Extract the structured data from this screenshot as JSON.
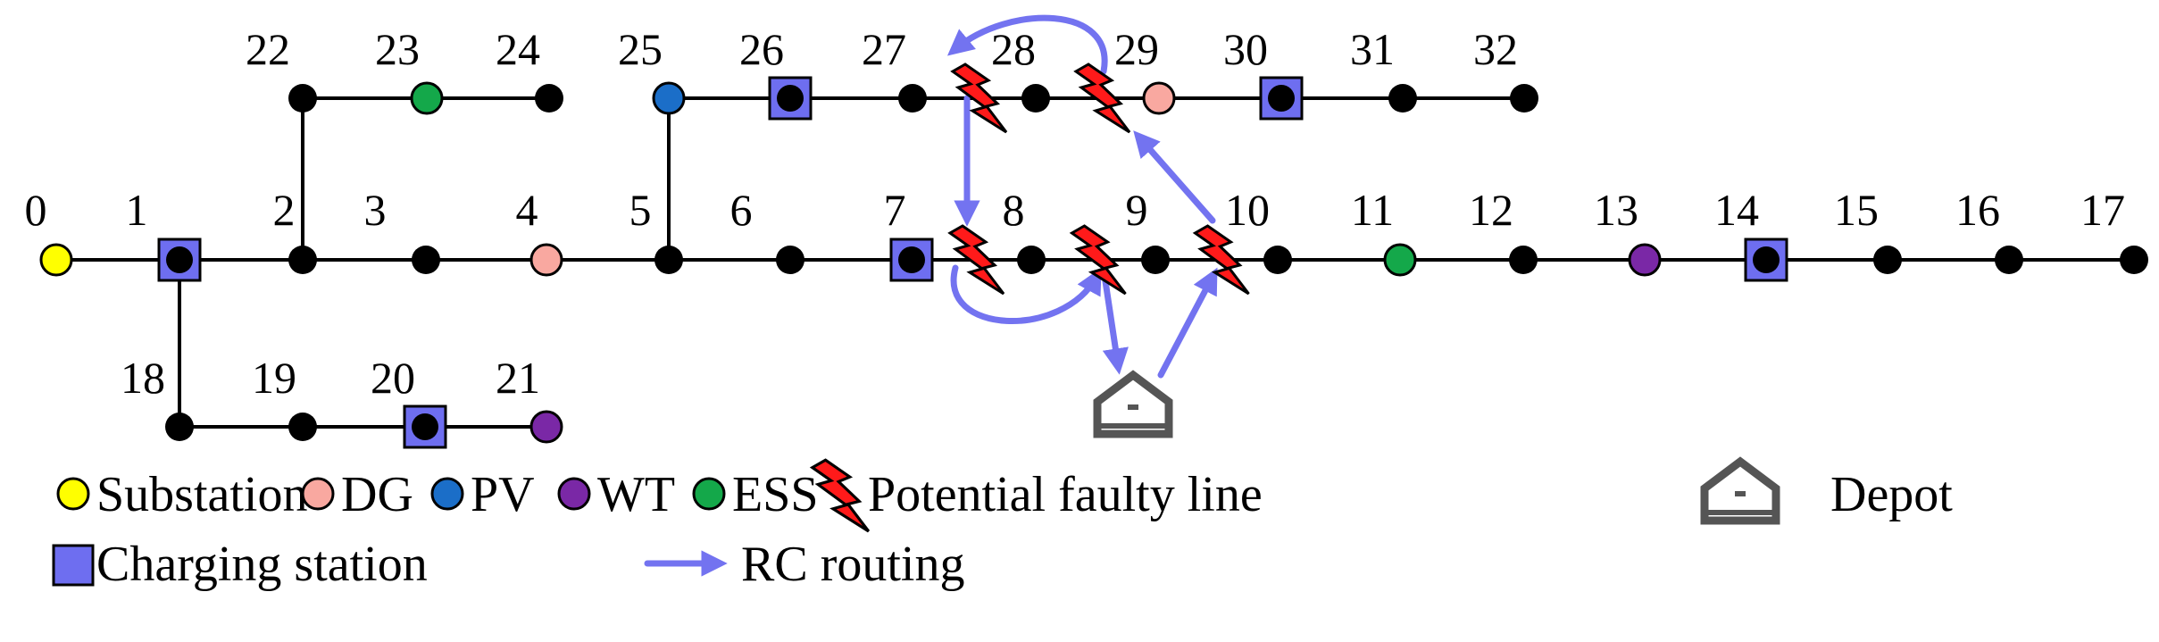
{
  "nodes": [
    {
      "id": "0",
      "label": "0",
      "type": "Substation"
    },
    {
      "id": "1",
      "label": "1",
      "type": "Charging station"
    },
    {
      "id": "2",
      "label": "2",
      "type": "bus"
    },
    {
      "id": "3",
      "label": "3",
      "type": "bus"
    },
    {
      "id": "4",
      "label": "4",
      "type": "DG"
    },
    {
      "id": "5",
      "label": "5",
      "type": "bus"
    },
    {
      "id": "6",
      "label": "6",
      "type": "bus"
    },
    {
      "id": "7",
      "label": "7",
      "type": "Charging station"
    },
    {
      "id": "8",
      "label": "8",
      "type": "bus"
    },
    {
      "id": "9",
      "label": "9",
      "type": "bus"
    },
    {
      "id": "10",
      "label": "10",
      "type": "bus"
    },
    {
      "id": "11",
      "label": "11",
      "type": "ESS"
    },
    {
      "id": "12",
      "label": "12",
      "type": "bus"
    },
    {
      "id": "13",
      "label": "13",
      "type": "WT"
    },
    {
      "id": "14",
      "label": "14",
      "type": "Charging station"
    },
    {
      "id": "15",
      "label": "15",
      "type": "bus"
    },
    {
      "id": "16",
      "label": "16",
      "type": "bus"
    },
    {
      "id": "17",
      "label": "17",
      "type": "bus"
    },
    {
      "id": "18",
      "label": "18",
      "type": "bus"
    },
    {
      "id": "19",
      "label": "19",
      "type": "bus"
    },
    {
      "id": "20",
      "label": "20",
      "type": "Charging station"
    },
    {
      "id": "21",
      "label": "21",
      "type": "WT"
    },
    {
      "id": "22",
      "label": "22",
      "type": "bus"
    },
    {
      "id": "23",
      "label": "23",
      "type": "ESS"
    },
    {
      "id": "24",
      "label": "24",
      "type": "bus"
    },
    {
      "id": "25",
      "label": "25",
      "type": "PV"
    },
    {
      "id": "26",
      "label": "26",
      "type": "Charging station"
    },
    {
      "id": "27",
      "label": "27",
      "type": "bus"
    },
    {
      "id": "28",
      "label": "28",
      "type": "bus"
    },
    {
      "id": "29",
      "label": "29",
      "type": "DG"
    },
    {
      "id": "30",
      "label": "30",
      "type": "Charging station"
    },
    {
      "id": "31",
      "label": "31",
      "type": "bus"
    },
    {
      "id": "32",
      "label": "32",
      "type": "bus"
    }
  ],
  "edges": [
    [
      "0",
      "1"
    ],
    [
      "1",
      "2"
    ],
    [
      "2",
      "3"
    ],
    [
      "3",
      "4"
    ],
    [
      "4",
      "5"
    ],
    [
      "5",
      "6"
    ],
    [
      "6",
      "7"
    ],
    [
      "7",
      "8"
    ],
    [
      "8",
      "9"
    ],
    [
      "9",
      "10"
    ],
    [
      "10",
      "11"
    ],
    [
      "11",
      "12"
    ],
    [
      "12",
      "13"
    ],
    [
      "13",
      "14"
    ],
    [
      "14",
      "15"
    ],
    [
      "15",
      "16"
    ],
    [
      "16",
      "17"
    ],
    [
      "1",
      "18"
    ],
    [
      "18",
      "19"
    ],
    [
      "19",
      "20"
    ],
    [
      "20",
      "21"
    ],
    [
      "2",
      "22"
    ],
    [
      "22",
      "23"
    ],
    [
      "23",
      "24"
    ],
    [
      "5",
      "25"
    ],
    [
      "25",
      "26"
    ],
    [
      "26",
      "27"
    ],
    [
      "27",
      "28"
    ],
    [
      "28",
      "29"
    ],
    [
      "29",
      "30"
    ],
    [
      "30",
      "31"
    ],
    [
      "31",
      "32"
    ]
  ],
  "potential_faulty_lines": [
    [
      "27",
      "28"
    ],
    [
      "28",
      "29"
    ],
    [
      "7",
      "8"
    ],
    [
      "8",
      "9"
    ],
    [
      "9",
      "10"
    ]
  ],
  "colors": {
    "Substation": "#ffff00",
    "DG": "#f9a8a0",
    "PV": "#1b6ec8",
    "WT": "#7a28a6",
    "ESS": "#14a84a",
    "Charging station": "#6e6ef0",
    "bus": "#000000",
    "route": "#7373f0",
    "fault": "#ff1a1a"
  },
  "legend": [
    {
      "key": "Substation",
      "label": "Substation",
      "icon": "yellow-circle"
    },
    {
      "key": "DG",
      "label": "DG",
      "icon": "pink-circle"
    },
    {
      "key": "PV",
      "label": "PV",
      "icon": "blue-circle"
    },
    {
      "key": "WT",
      "label": "WT",
      "icon": "purple-circle"
    },
    {
      "key": "ESS",
      "label": "ESS",
      "icon": "green-circle"
    },
    {
      "key": "fault",
      "label": "Potential faulty line",
      "icon": "lightning-bolt-icon"
    },
    {
      "key": "depot",
      "label": "Depot",
      "icon": "depot-house-icon"
    },
    {
      "key": "Charging station",
      "label": "Charging station",
      "icon": "square-icon"
    },
    {
      "key": "route",
      "label": "RC routing",
      "icon": "arrow-icon"
    }
  ]
}
